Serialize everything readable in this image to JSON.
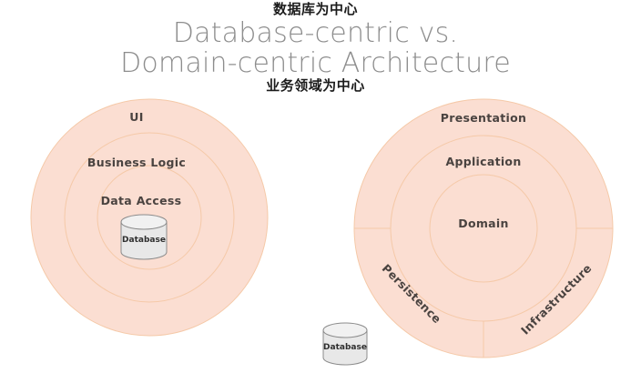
{
  "header": {
    "cn_top_annotation": "数据库为中心",
    "cn_bottom_annotation": "业务领域为中心",
    "title_line1": "Database-centric vs.",
    "title_line2": "Domain-centric Architecture"
  },
  "colors": {
    "ring_fill": "#fbded2",
    "ring_stroke": "#f5c9a8",
    "label_text": "#4a4340",
    "title_text": "#8d8d8d",
    "annotation_text": "#1b1b1b",
    "cylinder_fill": "#e8e8e8",
    "cylinder_top": "#f0f0f0",
    "cylinder_stroke": "#8c8c8c",
    "background": "#ffffff"
  },
  "left_diagram": {
    "name": "database-centric-architecture",
    "rings": [
      {
        "label": "UI",
        "level": 1
      },
      {
        "label": "Business Logic",
        "level": 2
      },
      {
        "label": "Data Access",
        "level": 3
      }
    ],
    "center_cylinder": {
      "label": "Database"
    }
  },
  "right_diagram": {
    "name": "domain-centric-architecture",
    "rings": [
      {
        "label": "Presentation",
        "level": 1
      },
      {
        "label": "Application",
        "level": 2
      },
      {
        "label": "Domain",
        "level": 3
      }
    ],
    "outer_sectors": [
      {
        "label": "Persistence",
        "rotation": 45
      },
      {
        "label": "Infrastructure",
        "rotation": -45
      }
    ]
  },
  "bottom_cylinder": {
    "label": "Database"
  }
}
